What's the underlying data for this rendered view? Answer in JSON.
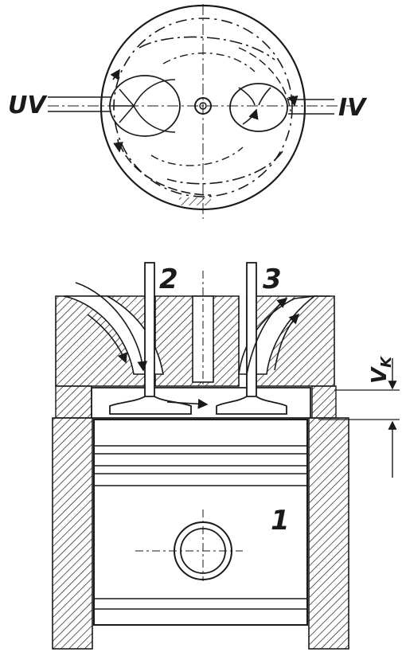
{
  "labels": {
    "uv": "UV",
    "iv": "IV",
    "valve_2": "2",
    "valve_3": "3",
    "piston": "1",
    "clearance": "V",
    "clearance_sub": "K"
  },
  "colors": {
    "ink": "#1a1a1a",
    "paper": "#ffffff"
  }
}
